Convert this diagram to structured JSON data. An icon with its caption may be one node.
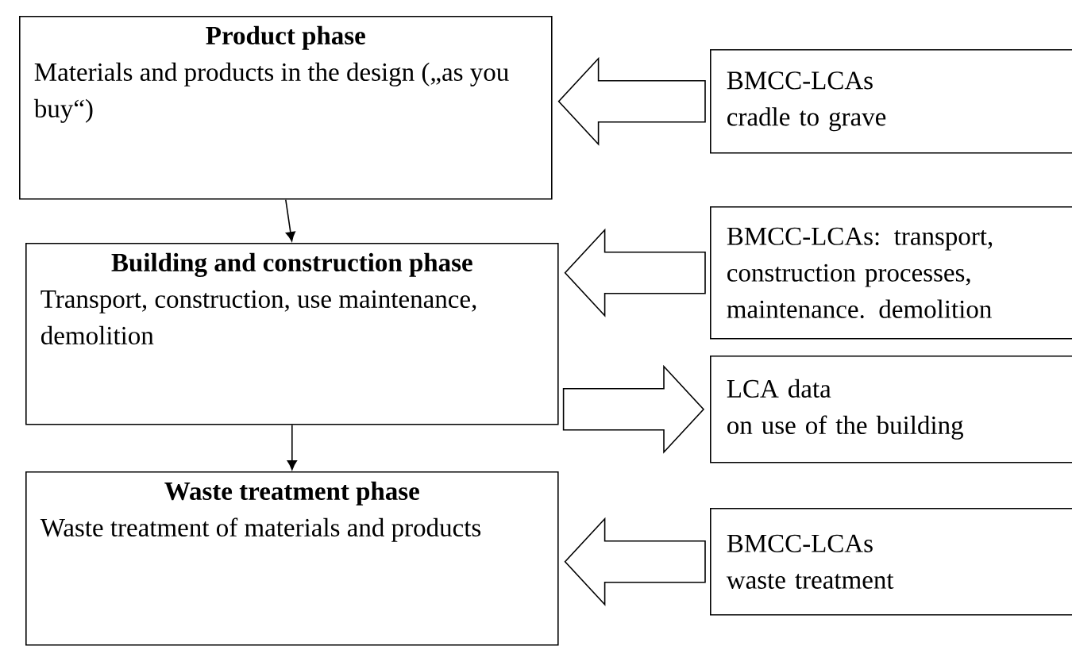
{
  "diagram": {
    "nodes": [
      {
        "text": [
          "Product phase",
          "Materials and products in the design („as you buy“)"
        ]
      },
      {
        "text": [
          "Building and construction phase",
          "Transport, construction, use maintenance, demolition"
        ]
      },
      {
        "text": [
          "Waste treatment phase",
          "Waste treatment of materials and products"
        ]
      },
      {
        "text": [
          "BMCC-LCAs",
          "cradle to grave"
        ]
      },
      {
        "text": [
          "BMCC-LCAs: transport, construction processes, maintenance. demolition"
        ]
      },
      {
        "text": [
          "LCA data",
          "on use of the building"
        ]
      },
      {
        "text": [
          "BMCC-LCAs",
          "waste treatment"
        ]
      }
    ],
    "edges": [
      {
        "from": 0,
        "to": 1,
        "arrow": "to"
      },
      {
        "from": 1,
        "to": 2,
        "arrow": "to"
      },
      {
        "from": 3,
        "to": 0,
        "arrow": "to"
      },
      {
        "from": 4,
        "to": 1,
        "arrow": "to"
      },
      {
        "from": 1,
        "to": 5,
        "arrow": "to"
      },
      {
        "from": 6,
        "to": 2,
        "arrow": "to"
      }
    ]
  }
}
